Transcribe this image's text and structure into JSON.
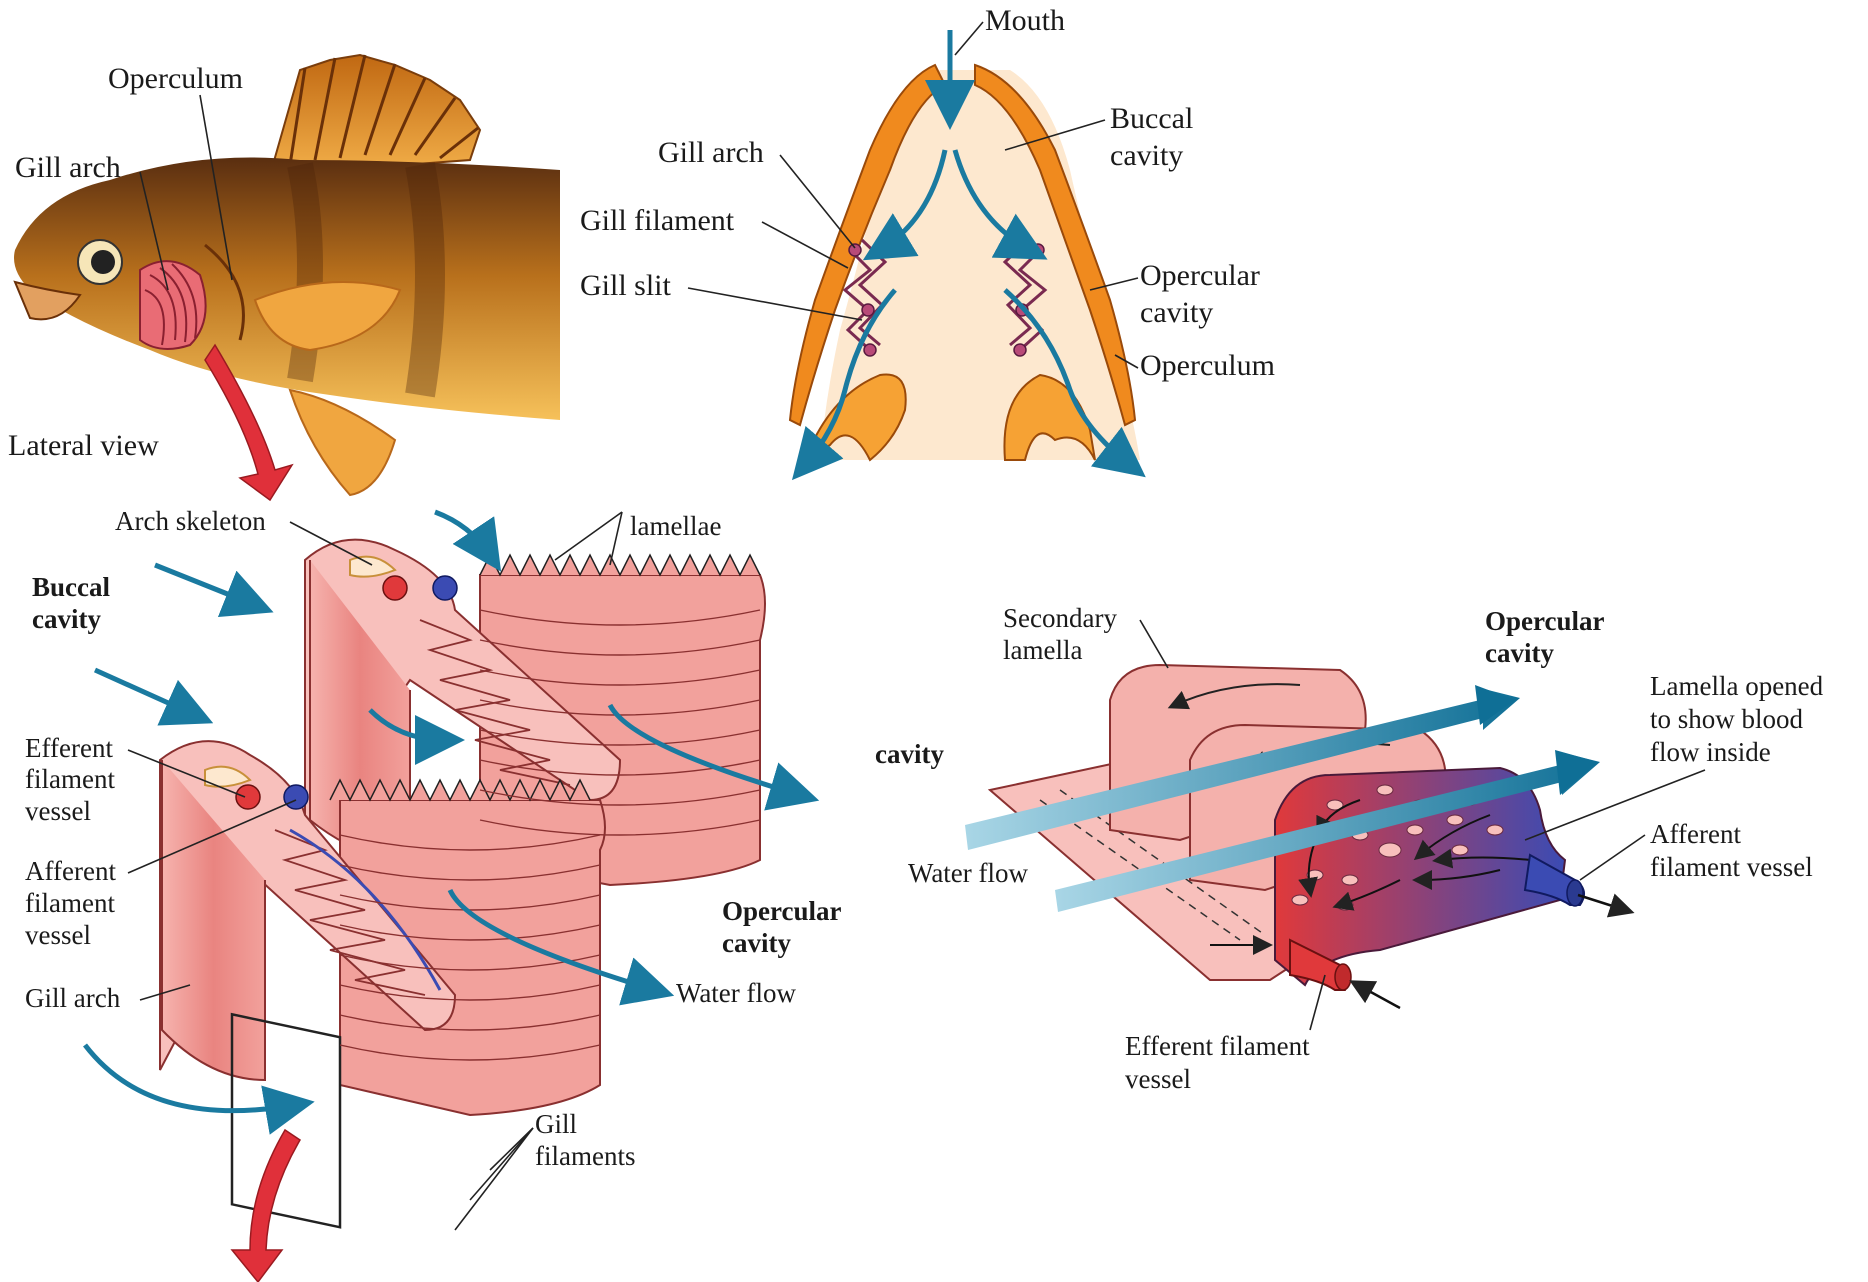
{
  "panels": {
    "fish": {
      "operculum": "Operculum",
      "gill_arch": "Gill arch",
      "lateral_view": "Lateral view"
    },
    "head_section": {
      "mouth": "Mouth",
      "buccal_cavity_1": "Buccal",
      "buccal_cavity_2": "cavity",
      "gill_arch": "Gill arch",
      "gill_filament": "Gill filament",
      "gill_slit": "Gill slit",
      "opercular_cavity_1": "Opercular",
      "opercular_cavity_2": "cavity",
      "operculum": "Operculum"
    },
    "gill_arches": {
      "arch_skeleton": "Arch skeleton",
      "lamellae": "lamellae",
      "buccal_cavity_1": "Buccal",
      "buccal_cavity_2": "cavity",
      "efferent_1": "Efferent",
      "efferent_2": "filament",
      "efferent_3": "vessel",
      "afferent_1": "Afferent",
      "afferent_2": "filament",
      "afferent_3": "vessel",
      "gill_arch": "Gill arch",
      "opercular_cavity_1": "Opercular",
      "opercular_cavity_2": "cavity",
      "water_flow": "Water flow",
      "gill_filaments_1": "Gill",
      "gill_filaments_2": "filaments"
    },
    "lamella": {
      "secondary_lamella_1": "Secondary",
      "secondary_lamella_2": "lamella",
      "opercular_cavity_1": "Opercular",
      "opercular_cavity_2": "cavity",
      "cavity_left": "cavity",
      "lamella_opened_1": "Lamella opened",
      "lamella_opened_2": "to show blood",
      "lamella_opened_3": "flow inside",
      "water_flow": "Water flow",
      "afferent_1": "Afferent",
      "afferent_2": "filament vessel",
      "efferent_1": "Efferent filament",
      "efferent_2": "vessel"
    }
  },
  "colors": {
    "flow": "#1a7aa0",
    "tissue": "#f2a2a0",
    "tissue_dark": "#d9706f",
    "orange": "#f08a1e",
    "cream": "#fde8cf",
    "blood_red": "#e03a3a",
    "blood_blue": "#3a4fb0",
    "fish_body": "#c9801e"
  }
}
